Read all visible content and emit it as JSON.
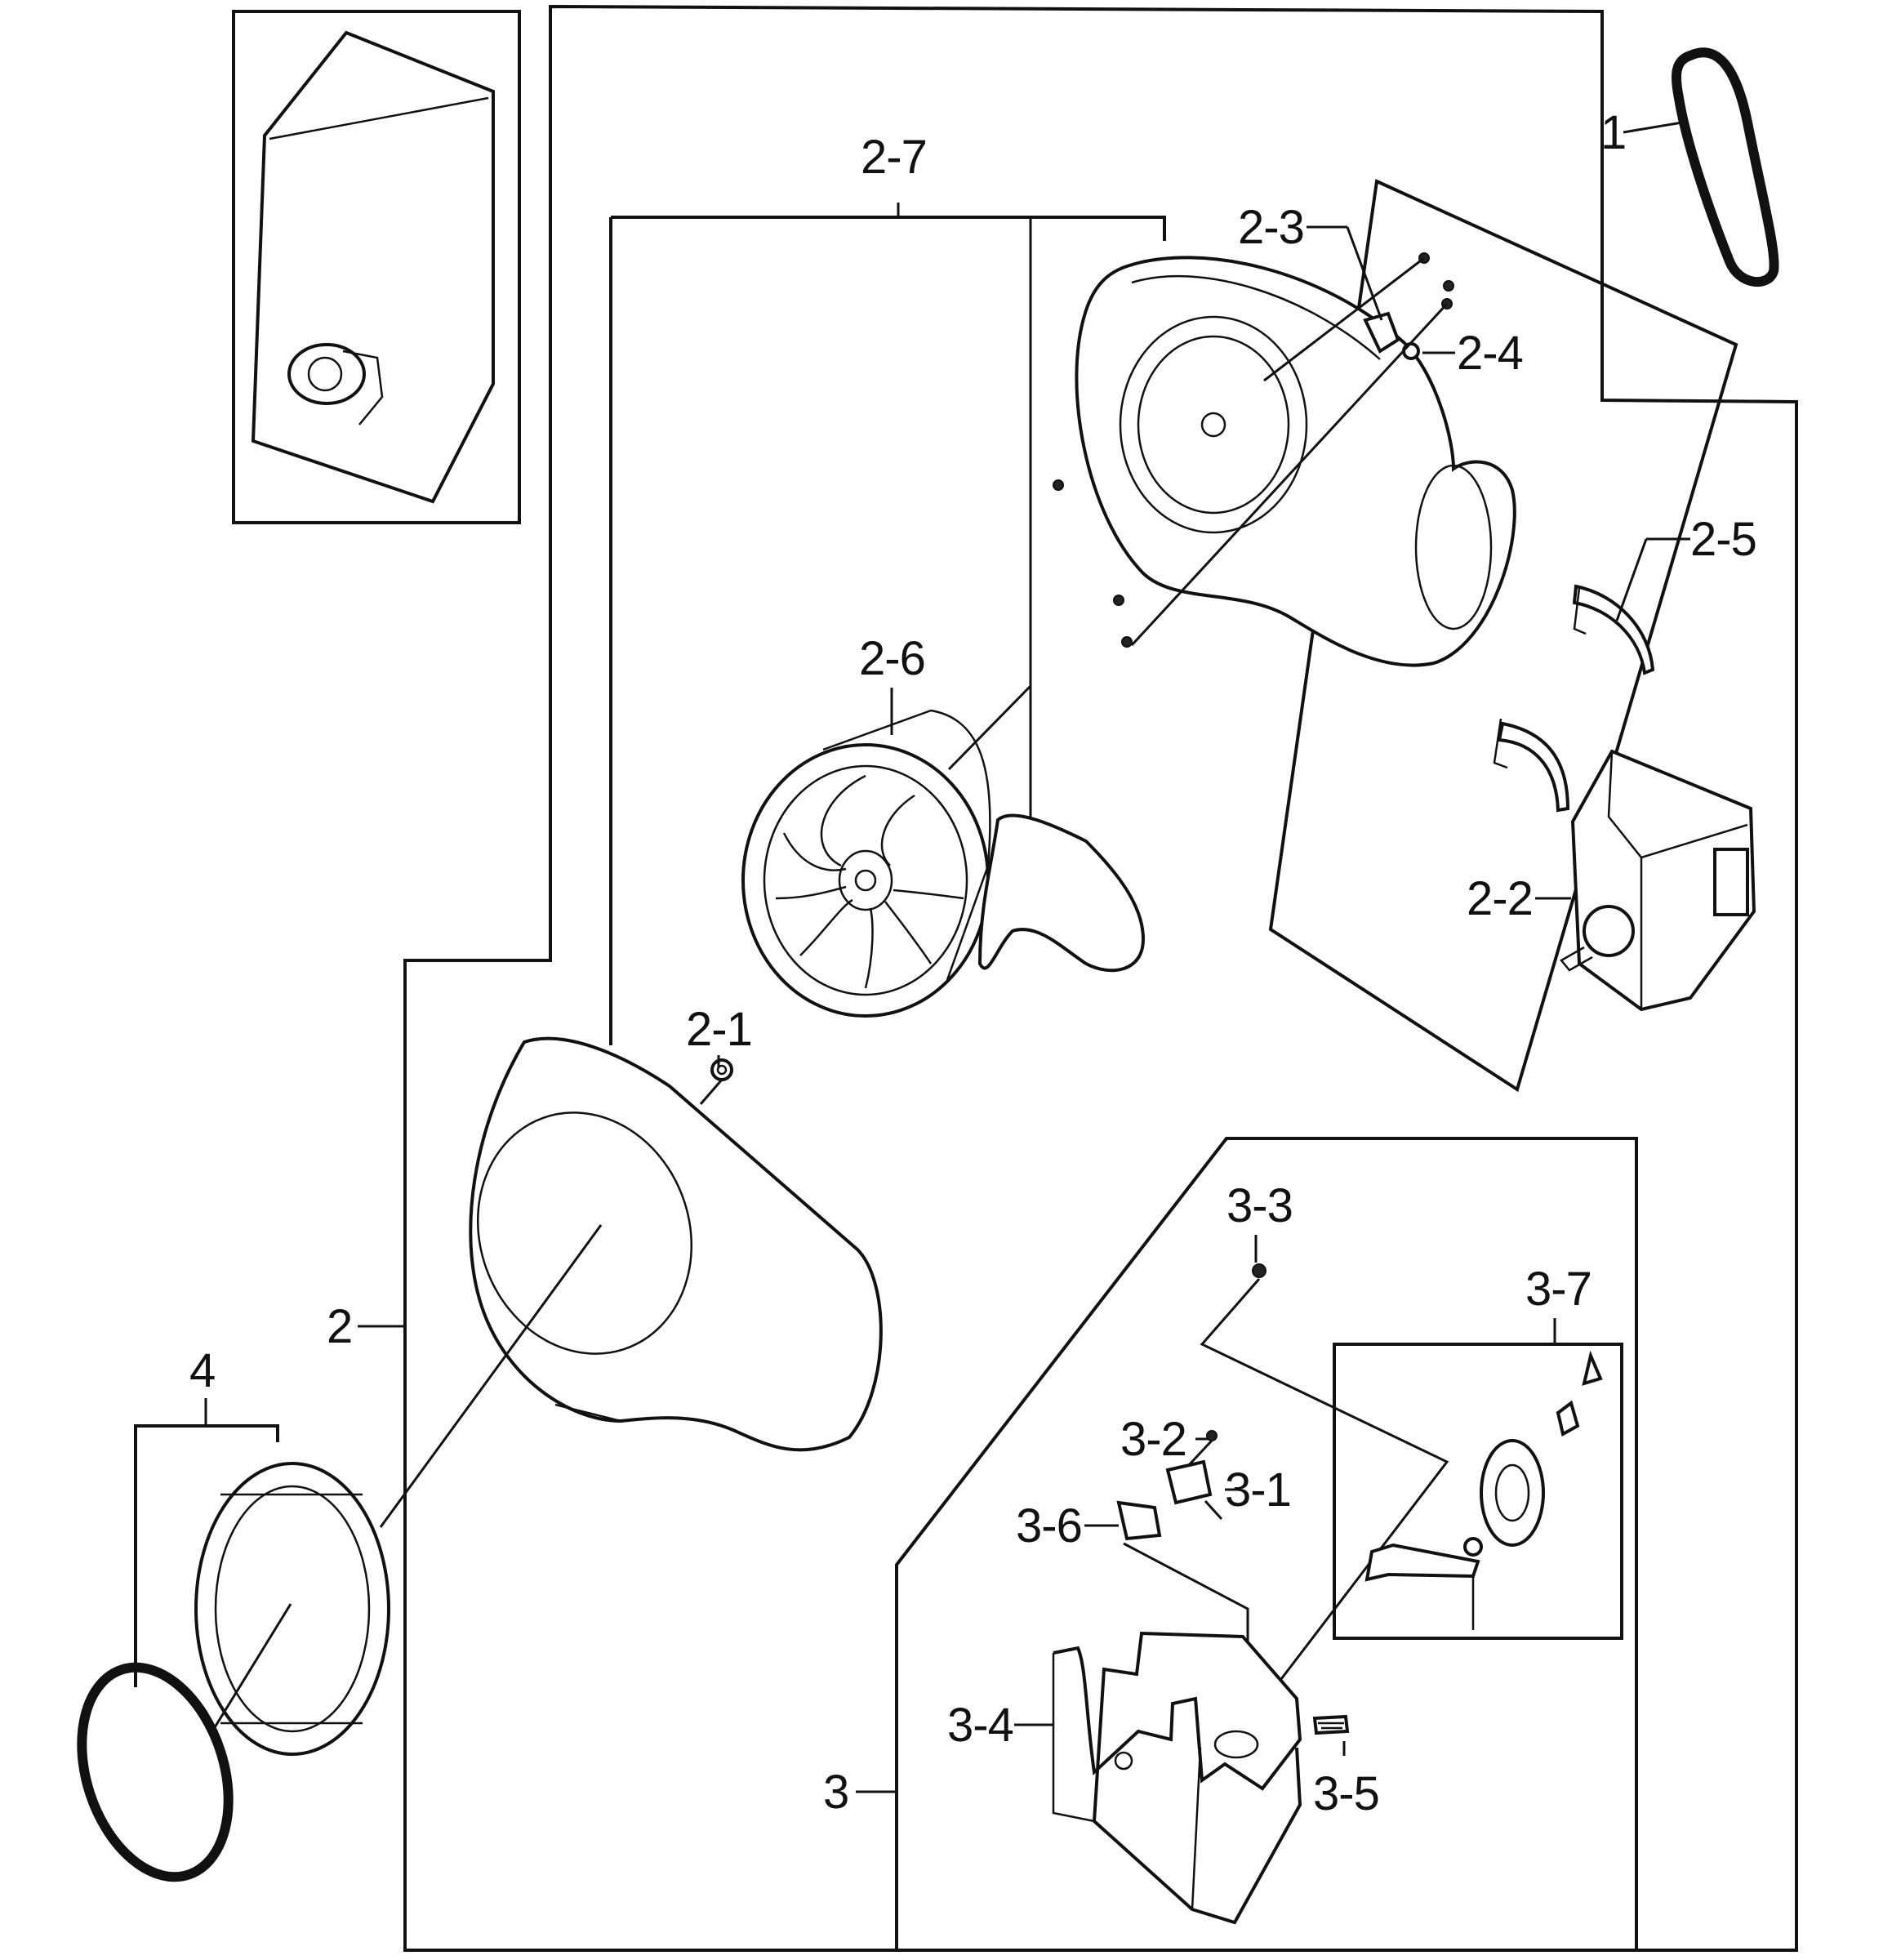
{
  "diagram": {
    "callouts": {
      "c1": "1",
      "c2": "2",
      "c2_1": "2-1",
      "c2_2": "2-2",
      "c2_3": "2-3",
      "c2_4": "2-4",
      "c2_5": "2-5",
      "c2_6": "2-6",
      "c2_7": "2-7",
      "c3": "3",
      "c3_1": "3-1",
      "c3_2": "3-2",
      "c3_3": "3-3",
      "c3_4": "3-4",
      "c3_5": "3-5",
      "c3_6": "3-6",
      "c3_7": "3-7",
      "c4": "4"
    }
  }
}
